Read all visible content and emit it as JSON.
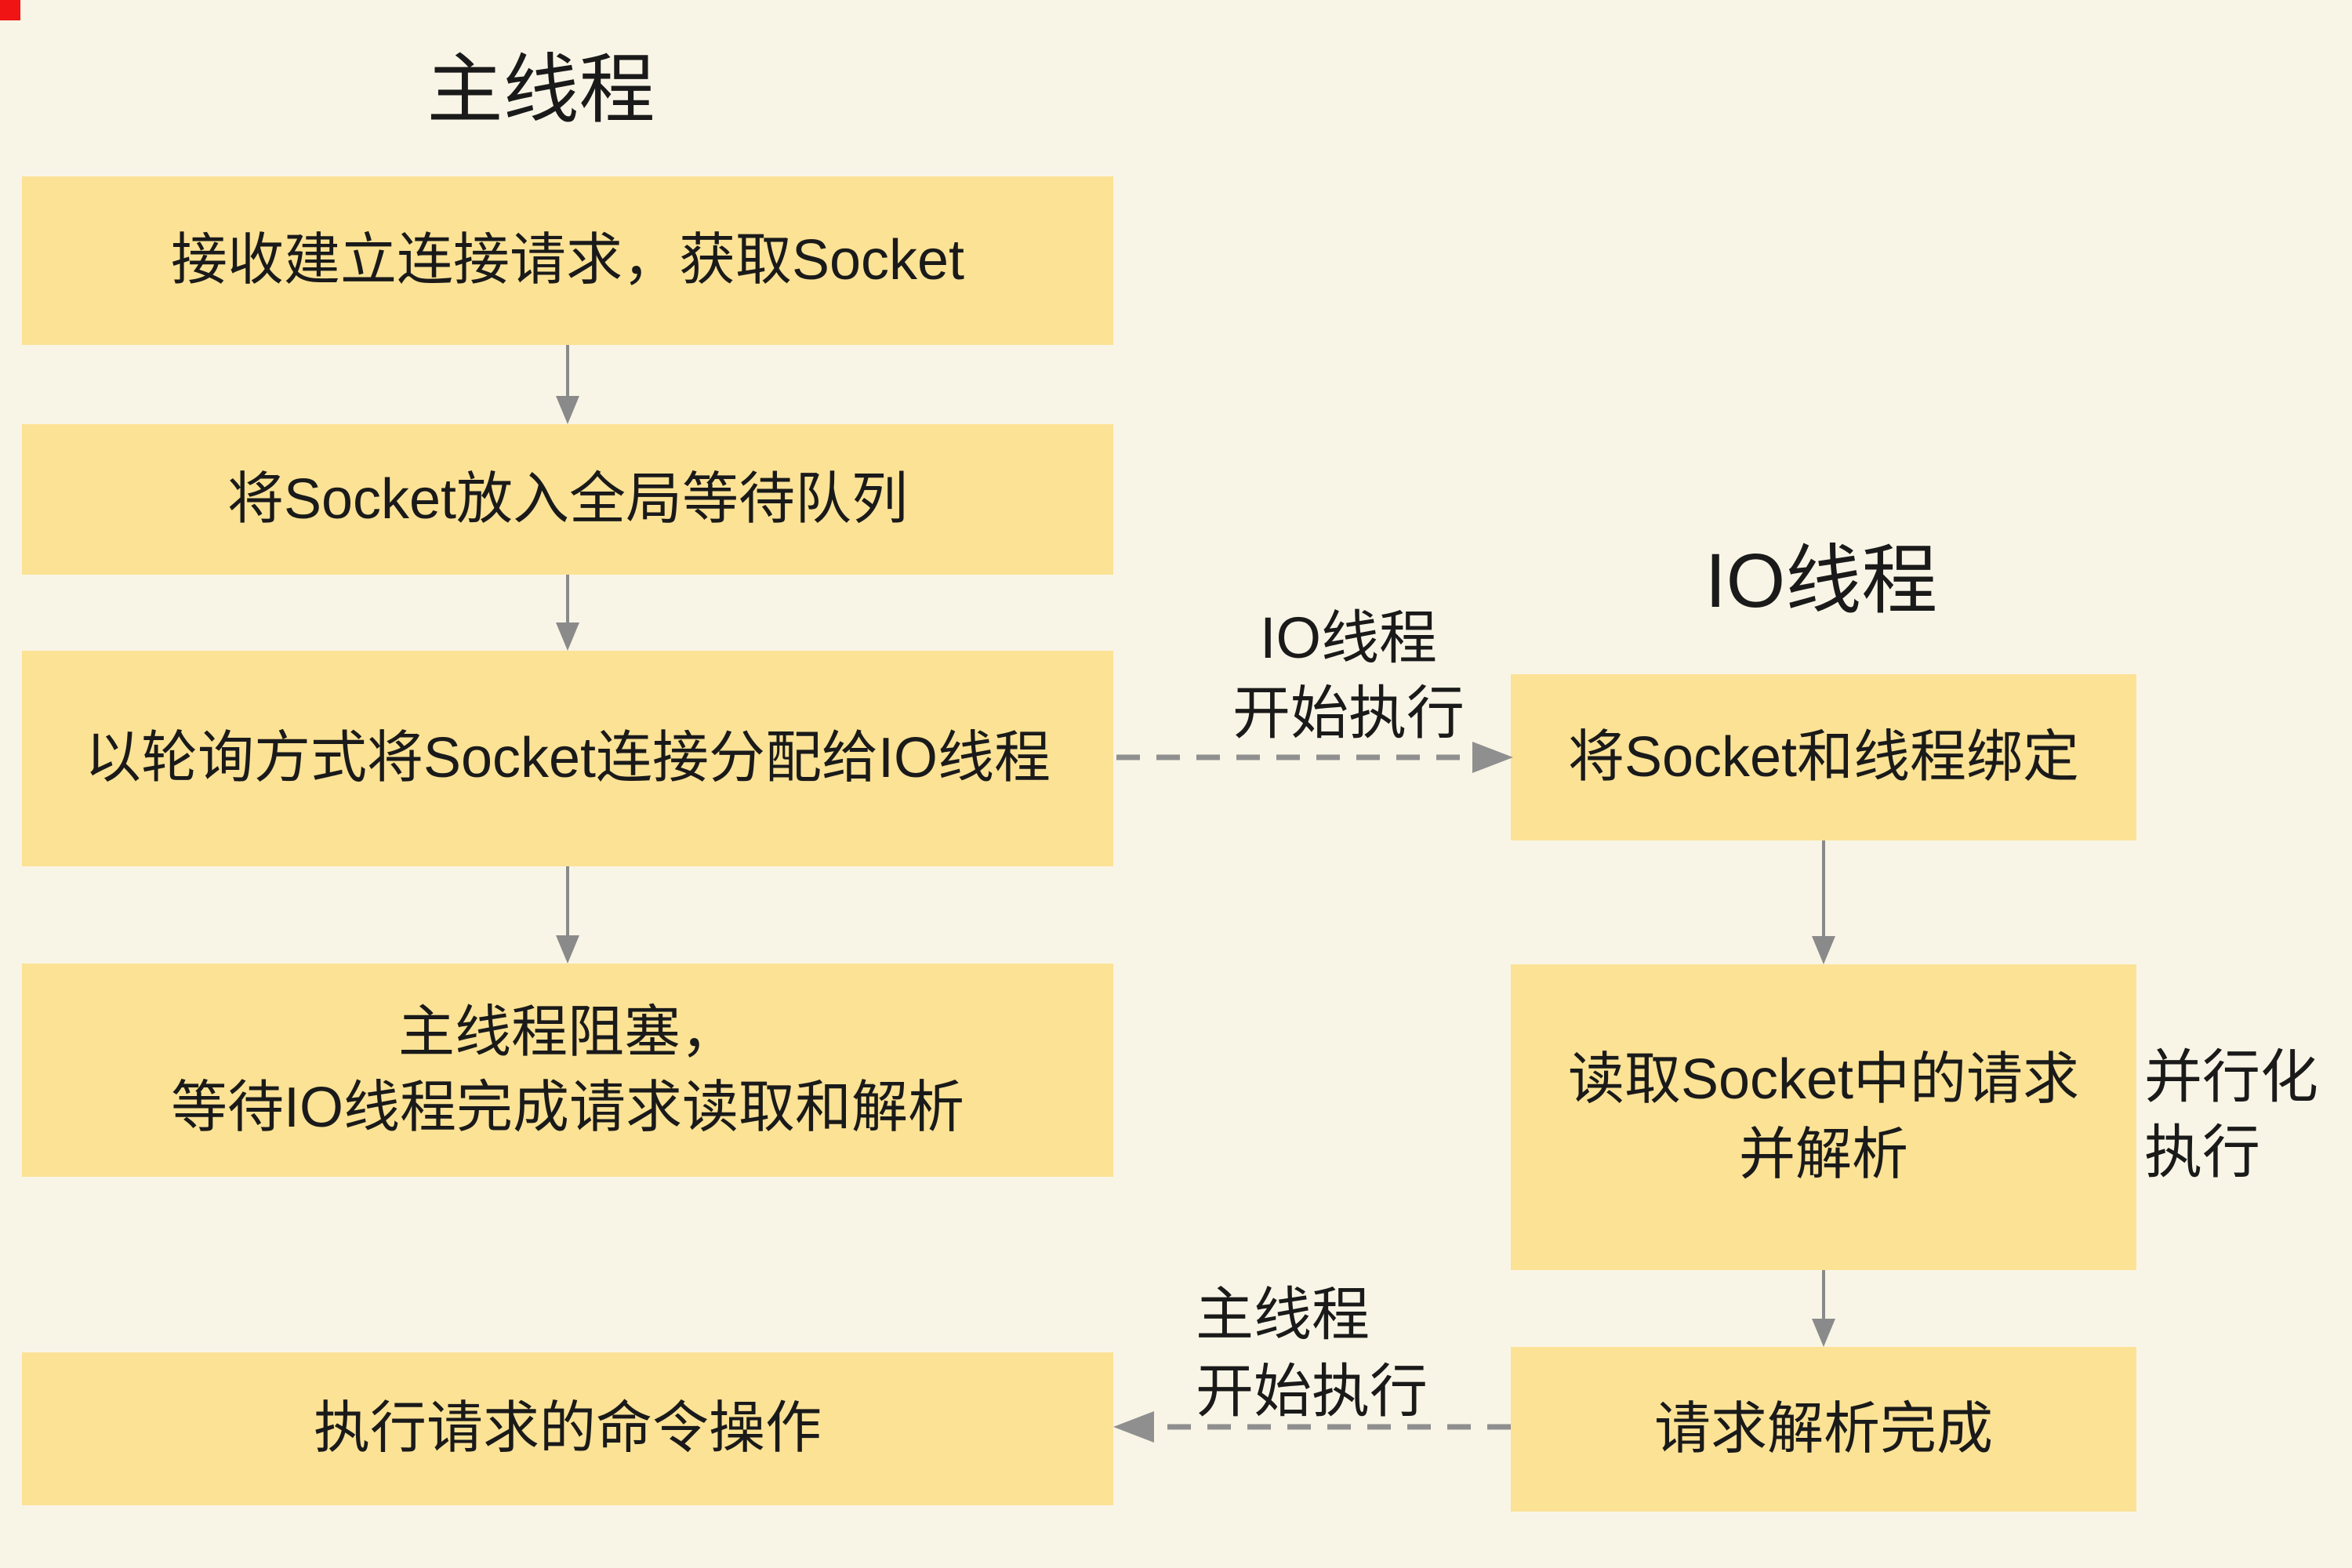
{
  "main_thread": {
    "title": "主线程",
    "steps": [
      {
        "lines": [
          "接收建立连接请求，获取Socket"
        ]
      },
      {
        "lines": [
          "将Socket放入全局等待队列"
        ]
      },
      {
        "lines": [
          "以轮询方式将Socket连接分配给IO线程"
        ]
      },
      {
        "lines": [
          "主线程阻塞，",
          "等待IO线程完成请求读取和解析"
        ]
      },
      {
        "lines": [
          "执行请求的命令操作"
        ]
      }
    ]
  },
  "io_thread": {
    "title": "IO线程",
    "steps": [
      {
        "lines": [
          "将Socket和线程绑定"
        ]
      },
      {
        "lines": [
          "读取Socket中的请求",
          "并解析"
        ]
      },
      {
        "lines": [
          "请求解析完成"
        ]
      }
    ]
  },
  "annotations": {
    "io_start": {
      "lines": [
        "IO线程",
        "开始执行"
      ]
    },
    "main_start": {
      "lines": [
        "主线程",
        "开始执行"
      ]
    },
    "parallel": {
      "lines": [
        "并行化",
        "执行"
      ]
    }
  },
  "colors": {
    "background": "#F9F5E6",
    "box_fill": "#FBE295",
    "text": "#1A1A1A",
    "arrow": "#8A8A8A",
    "arrow_dashed": "#8F8F8F",
    "corner_marker": "#F01414"
  }
}
